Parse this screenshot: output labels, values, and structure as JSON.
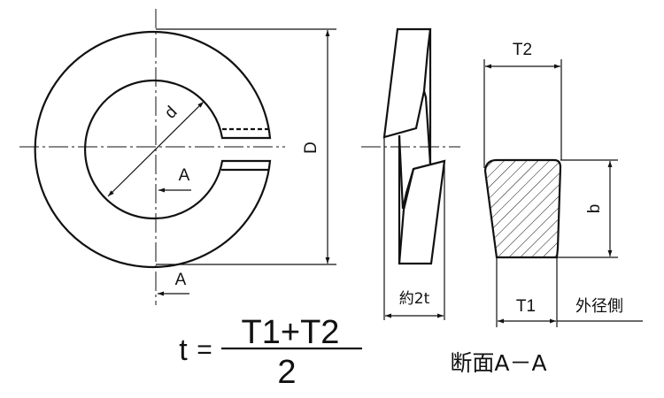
{
  "labels": {
    "inner_diameter": "d",
    "outer_diameter": "D",
    "section_mark_1": "A",
    "section_mark_2": "A",
    "side_width": "約2t",
    "t2": "T2",
    "t1": "T1",
    "b": "b",
    "outer_side": "外径側",
    "section_title": "断面A－A"
  },
  "formula": {
    "lhs": "t",
    "equals": "=",
    "numerator": "T1+T2",
    "denominator": "2"
  },
  "colors": {
    "line": "#111111",
    "background": "#ffffff"
  }
}
